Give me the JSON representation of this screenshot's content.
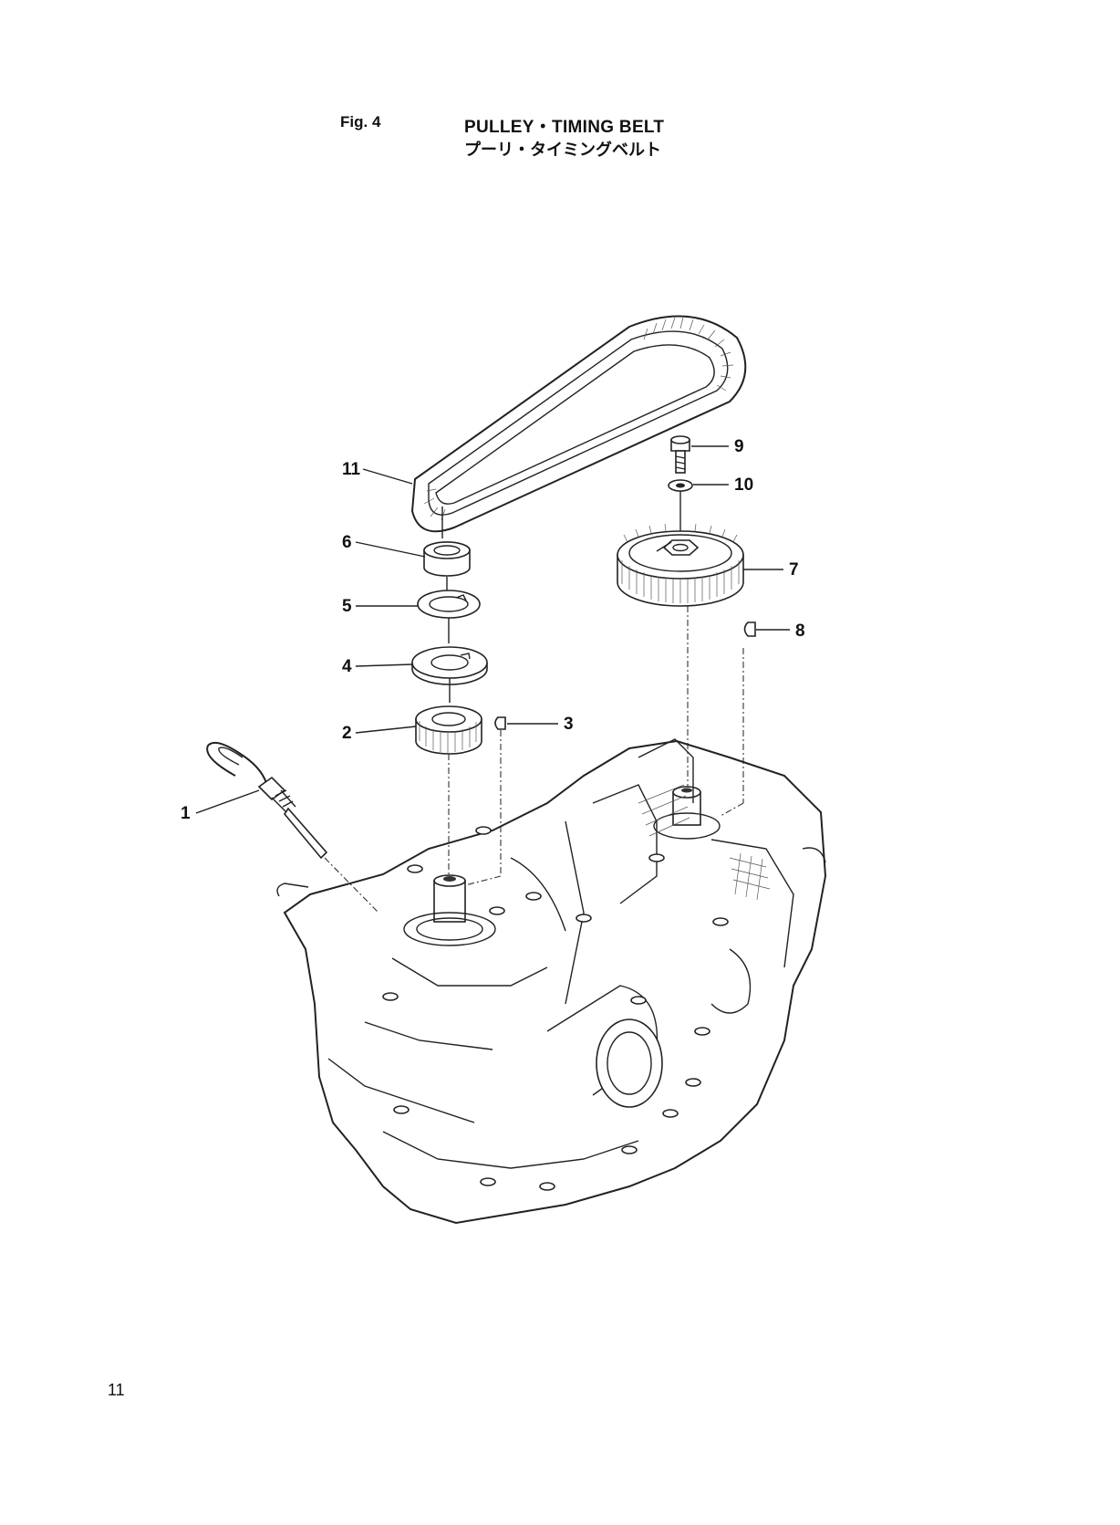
{
  "header": {
    "fig_label": "Fig. 4",
    "title": "PULLEY・TIMING BELT",
    "title_jp": "プーリ・タイミングベルト"
  },
  "callouts": [
    "1",
    "2",
    "3",
    "4",
    "5",
    "6",
    "7",
    "8",
    "9",
    "10",
    "11"
  ],
  "page_number": "11"
}
